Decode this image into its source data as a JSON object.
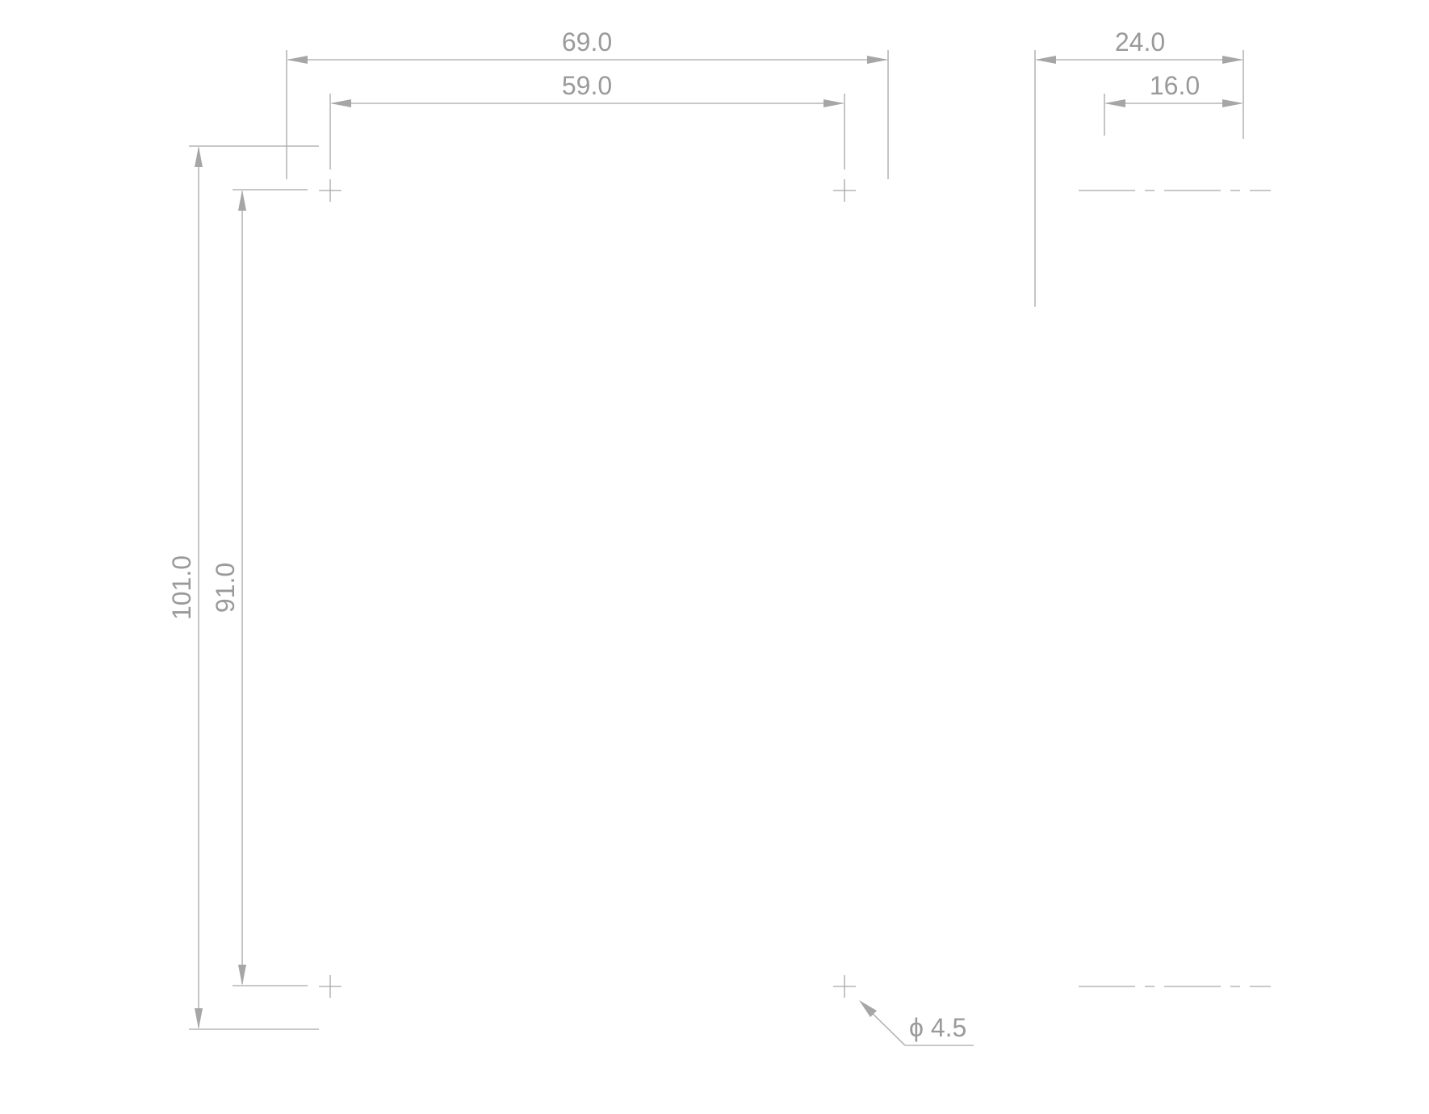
{
  "dimensions": {
    "overall_width": "69.0",
    "hole_spacing_horizontal": "59.0",
    "side_depth": "24.0",
    "side_offset": "16.0",
    "overall_height": "101.0",
    "hole_spacing_vertical": "91.0",
    "hole_diameter": "ϕ 4.5"
  },
  "colors": {
    "line": "#a6a6a6",
    "text": "#9a9a9a",
    "background": "#ffffff"
  }
}
